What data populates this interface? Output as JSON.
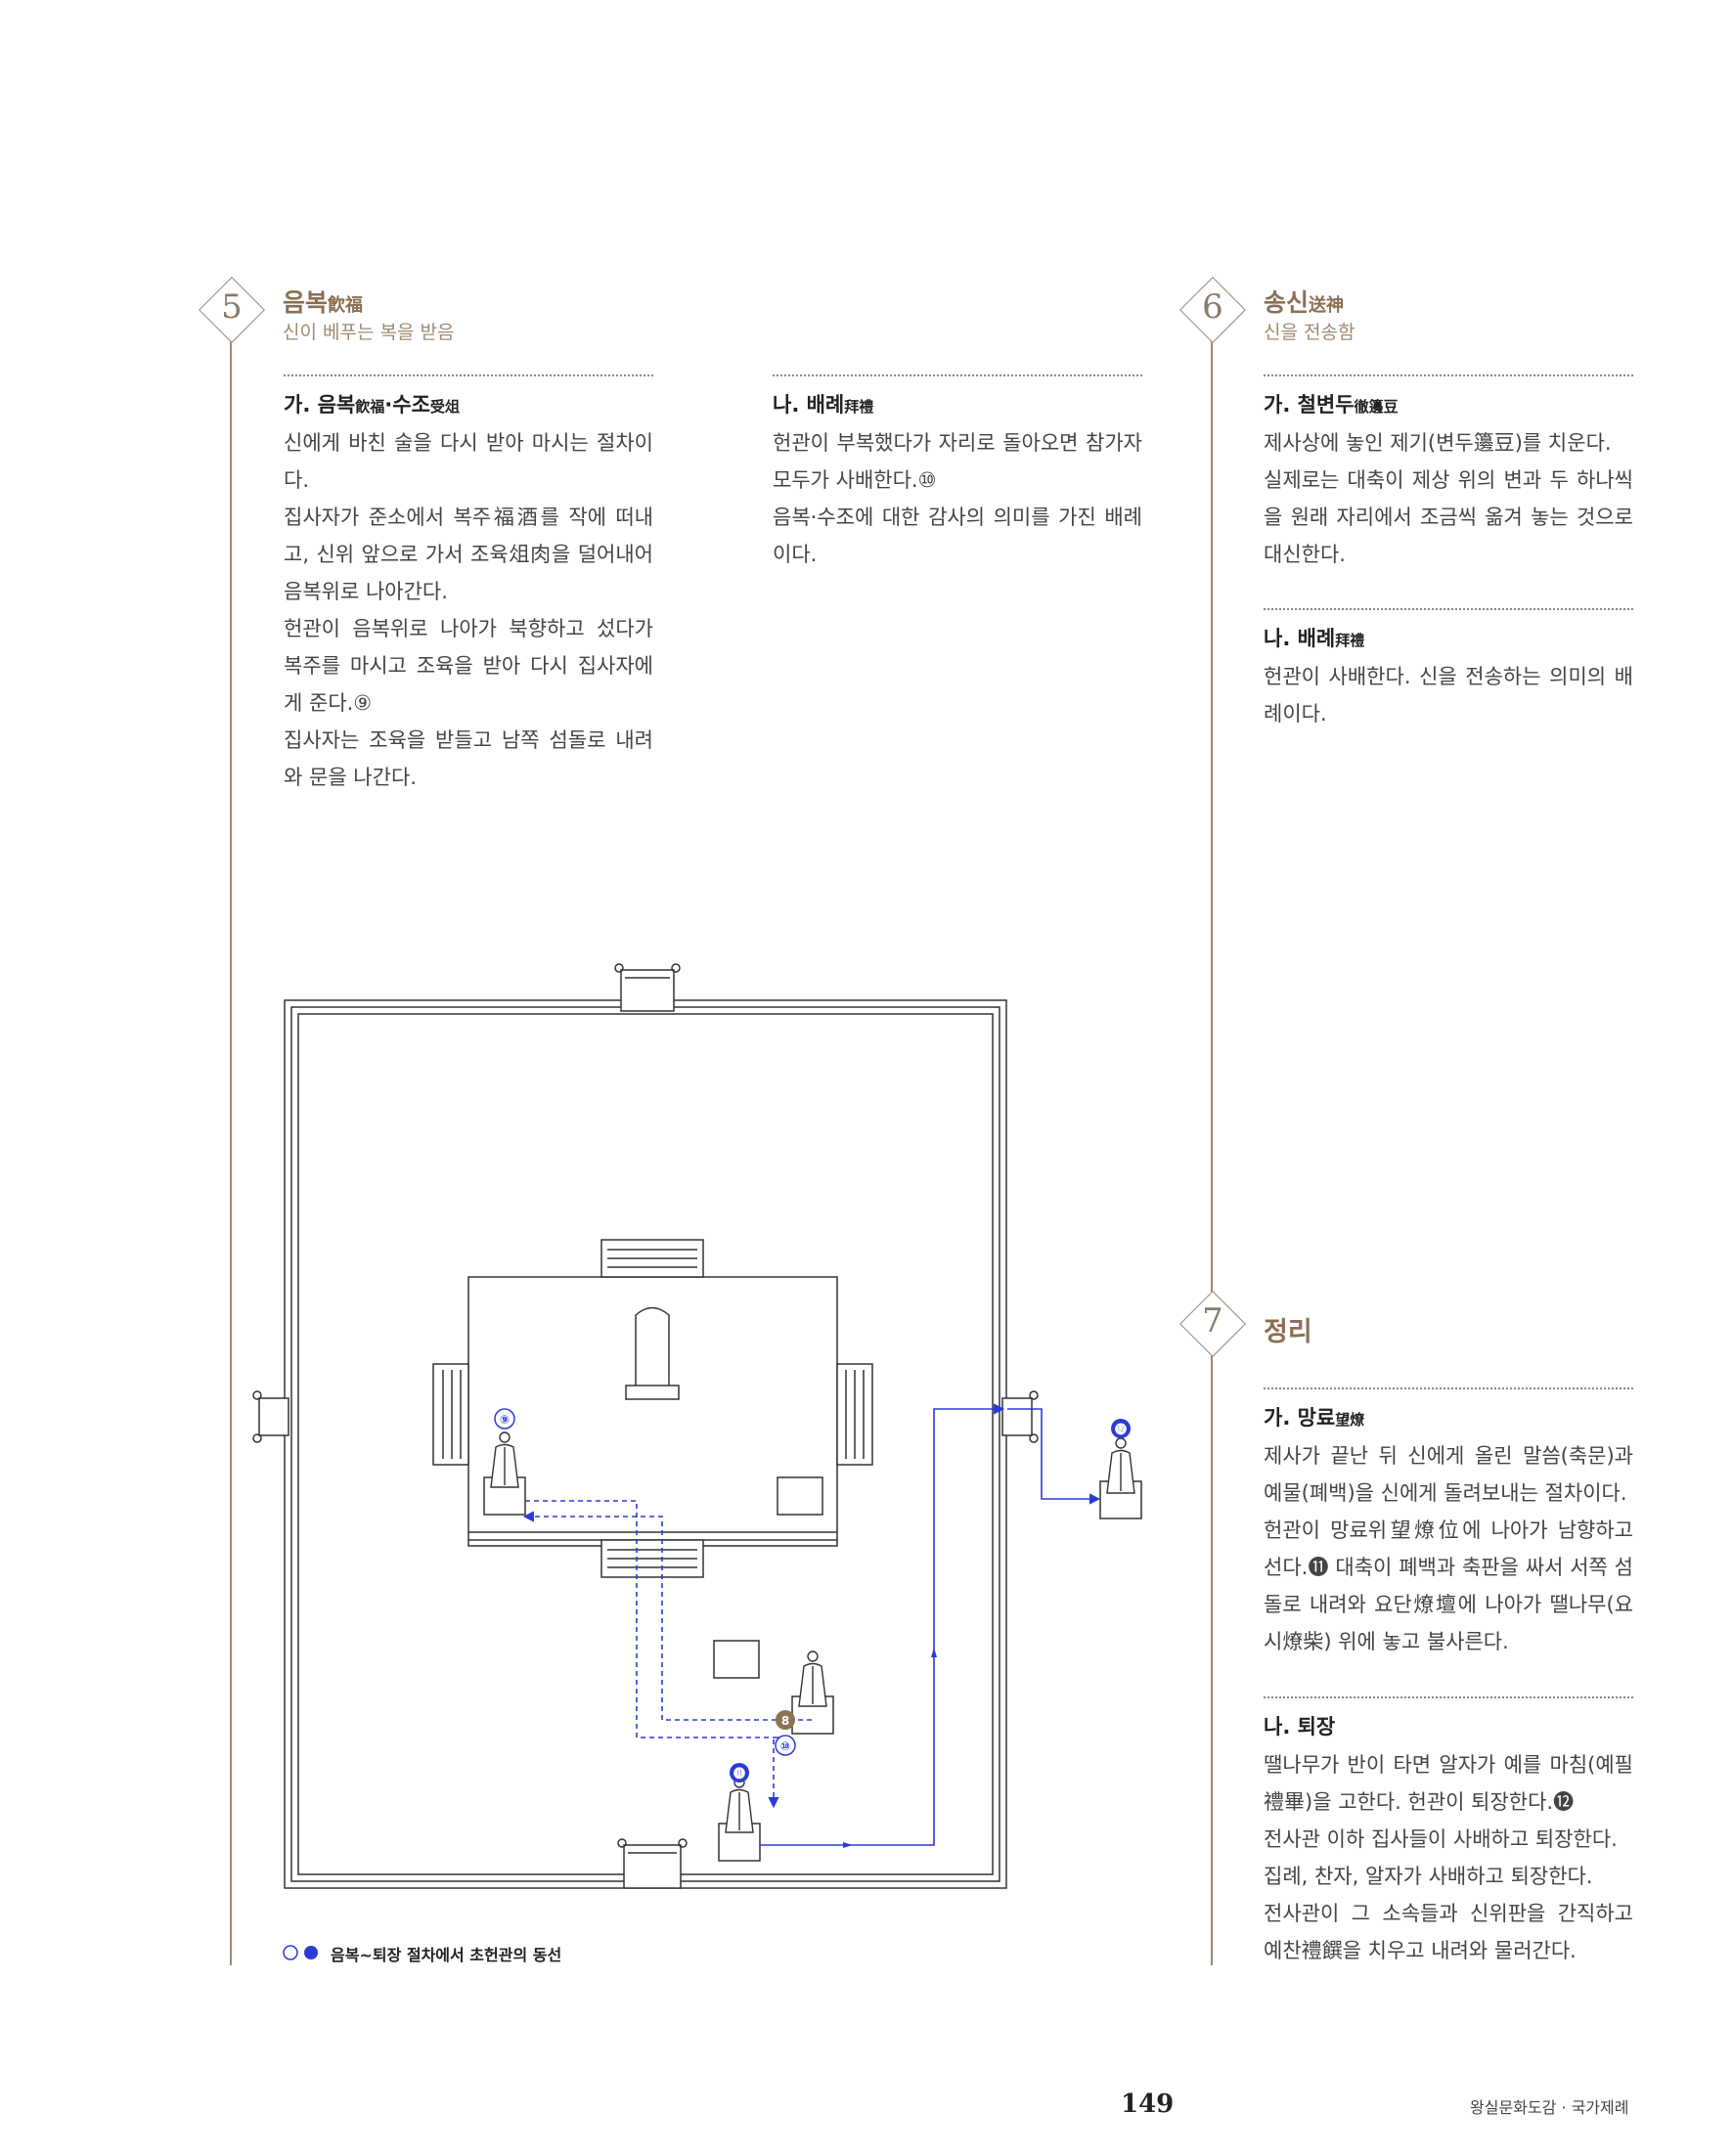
{
  "sections": {
    "s5": {
      "number": "5",
      "title": "음복",
      "title_hanja": "飮福",
      "subtitle": "신이 베푸는 복을 받음",
      "a": {
        "heading": "가. 음복",
        "heading_hanja": "飮福",
        "heading_mid": "·수조",
        "heading_hanja2": "受俎",
        "lines": [
          "신에게 바친 술을 다시 받아 마시는 절차이다.",
          "집사자가 준소에서 복주福酒를 작에 떠내고, 신위 앞으로 가서 조육俎肉을 덜어내어 음복위로 나아간다.",
          "헌관이 음복위로 나아가 북향하고 섰다가 복주를 마시고 조육을 받아 다시 집사자에게 준다.⑨",
          "집사자는 조육을 받들고 남쪽 섬돌로 내려와 문을 나간다."
        ]
      },
      "b": {
        "heading": "나. 배례",
        "heading_hanja": "拜禮",
        "lines": [
          "헌관이 부복했다가 자리로 돌아오면 참가자 모두가 사배한다.⑩",
          "음복·수조에 대한 감사의 의미를 가진 배례이다."
        ]
      }
    },
    "s6": {
      "number": "6",
      "title": "송신",
      "title_hanja": "送神",
      "subtitle": "신을 전송함",
      "a": {
        "heading": "가. 철변두",
        "heading_hanja": "徹籩豆",
        "lines": [
          "제사상에 놓인 제기(변두籩豆)를 치운다.",
          "실제로는 대축이 제상 위의 변과 두 하나씩을 원래 자리에서 조금씩 옮겨 놓는 것으로 대신한다."
        ]
      },
      "b": {
        "heading": "나. 배례",
        "heading_hanja": "拜禮",
        "lines": [
          "헌관이 사배한다. 신을 전송하는 의미의 배례이다."
        ]
      }
    },
    "s7": {
      "number": "7",
      "title": "정리",
      "a": {
        "heading": "가. 망료",
        "heading_hanja": "望燎",
        "lines": [
          "제사가 끝난 뒤 신에게 올린 말씀(축문)과 예물(폐백)을 신에게 돌려보내는 절차이다.",
          "헌관이 망료위望燎位에 나아가 남향하고 선다.⓫ 대축이 폐백과 축판을 싸서 서쪽 섬돌로 내려와 요단燎壇에 나아가 땔나무(요시燎柴) 위에 놓고 불사른다."
        ]
      },
      "b": {
        "heading": "나. 퇴장",
        "lines": [
          "땔나무가 반이 타면 알자가 예를 마침(예필禮畢)을 고한다. 헌관이 퇴장한다.⓬",
          "전사관 이하 집사들이 사배하고 퇴장한다.",
          "집례, 찬자, 알자가 사배하고 퇴장한다.",
          "전사관이 그 소속들과 신위판을 간직하고 예찬禮饌을 치우고 내려와 물러간다."
        ]
      }
    }
  },
  "diagram": {
    "markers": {
      "m9": "⑨",
      "m8": "8",
      "m10": "⑩",
      "m11": "⓫",
      "m12": "⓬"
    },
    "caption": "음복~퇴장 절차에서 초헌관의 동선",
    "colors": {
      "path": "#2b3bd6",
      "open_marker": "#2b3bd6",
      "filled_marker": "#2b3bd6",
      "brown_marker": "#8b7355",
      "structure": "#333333"
    }
  },
  "footer": {
    "page_number": "149",
    "book_title": "왕실문화도감 · 국가제례"
  }
}
